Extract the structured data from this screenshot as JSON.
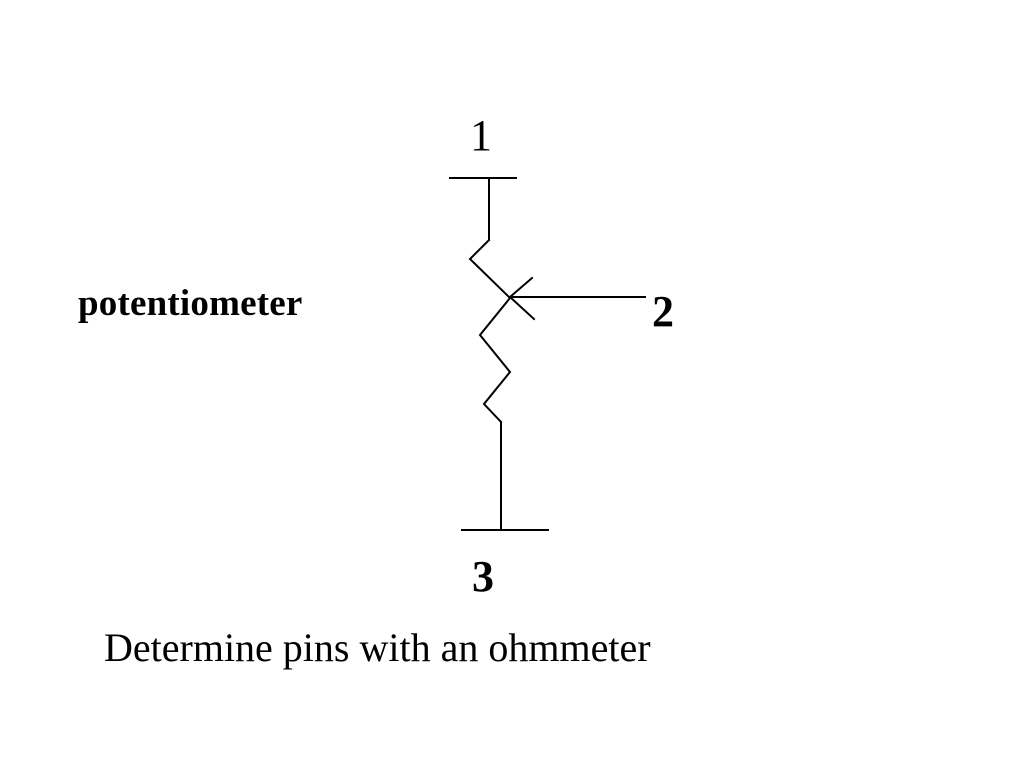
{
  "component_label": "potentiometer",
  "pins": {
    "pin1": "1",
    "pin2": "2",
    "pin3": "3"
  },
  "caption": "Determine pins with an ohmmeter"
}
